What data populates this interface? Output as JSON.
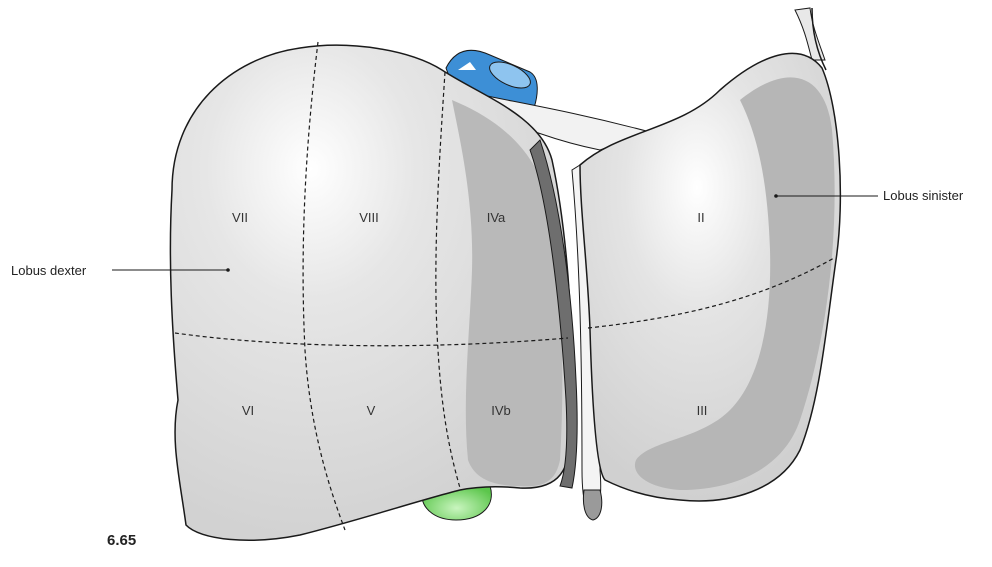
{
  "figure": {
    "number": "6.65"
  },
  "labels": {
    "right_lobe": "Lobus dexter",
    "left_lobe": "Lobus sinister"
  },
  "segments": {
    "II": "II",
    "III": "III",
    "IVa": "IVa",
    "IVb": "IVb",
    "V": "V",
    "VI": "VI",
    "VII": "VII",
    "VIII": "VIII"
  },
  "colors": {
    "liver": "#d9d9d9",
    "liver_shadow": "#b3b3b3",
    "outline": "#1a1a1a",
    "vena_cava": "#3d8fd6",
    "gallbladder": "#6cd15c"
  }
}
